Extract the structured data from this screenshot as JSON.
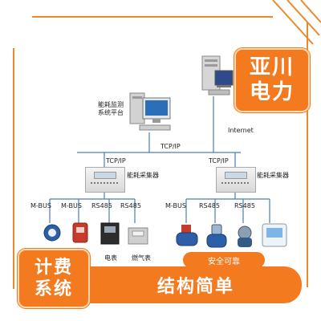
{
  "diagram": {
    "platform_label_line1": "能耗监测",
    "platform_label_line2": "系统平台",
    "internet_label": "Internet",
    "tcpip_labels": [
      "TCP/IP",
      "TCP/IP",
      "TCP/IP"
    ],
    "collector_label": "能耗采集器",
    "bus_labels": [
      "M-BUS",
      "M-BUS",
      "RS485",
      "RS485",
      "M-BUS",
      "RS485",
      "RS485"
    ],
    "device_labels": [
      "电表",
      "燃气表"
    ]
  },
  "overlay": {
    "brand_line1": "亚川",
    "brand_line2": "电力",
    "system_line1": "计费",
    "system_line2": "系统",
    "pill_text": "安全可靠",
    "banner_text": "结构简单"
  },
  "colors": {
    "accent": "#f47a1f",
    "frame": "#ea8a2e"
  }
}
